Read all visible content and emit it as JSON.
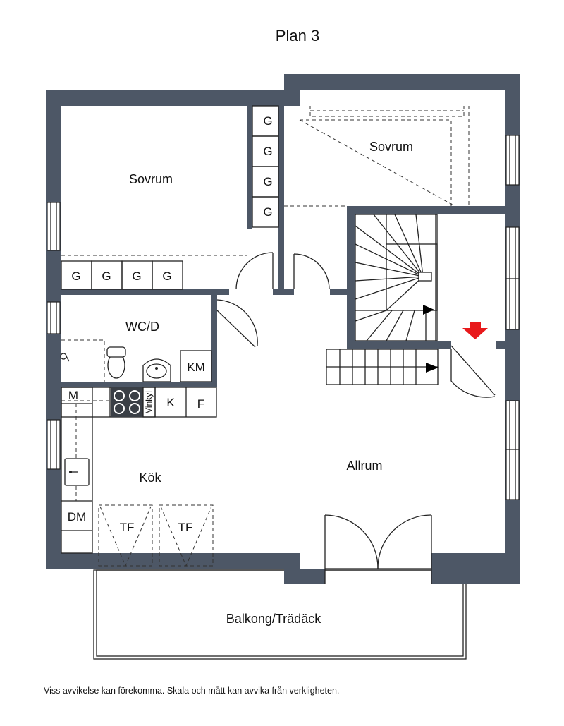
{
  "title": "Plan 3",
  "rooms": {
    "sovrum_left": "Sovrum",
    "sovrum_right": "Sovrum",
    "wc": "WC/D",
    "kok": "Kök",
    "allrum": "Allrum",
    "balkong": "Balkong/Trädäck"
  },
  "fixtures": {
    "g": "G",
    "km": "KM",
    "m": "M",
    "vinkyl": "Vinkyl",
    "k": "K",
    "f": "F",
    "dm": "DM",
    "tf": "TF"
  },
  "entrance_arrow_color": "#e8191b",
  "wall_color": "#4d5766",
  "disclaimer": "Viss avvikelse kan förekomma. Skala och mått kan avvika från verkligheten."
}
